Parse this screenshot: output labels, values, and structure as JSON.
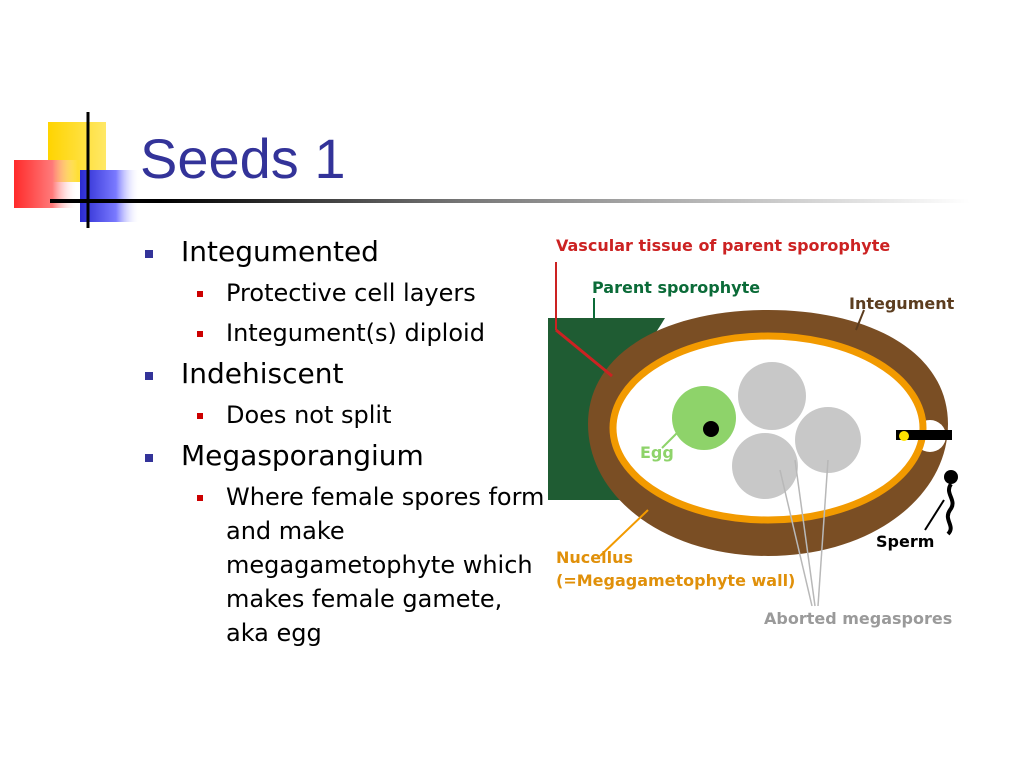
{
  "slide": {
    "title": "Seeds 1"
  },
  "bullets": [
    {
      "text": "Integumented",
      "subs": [
        "Protective cell layers",
        "Integument(s) diploid"
      ]
    },
    {
      "text": "Indehiscent",
      "subs": [
        "Does not split"
      ]
    },
    {
      "text": "Megasporangium",
      "subs": [
        "Where female spores form and make megagametophyte which makes female gamete, aka egg"
      ]
    }
  ],
  "diagram": {
    "labels": {
      "vascular": "Vascular tissue of parent sporophyte",
      "parent": "Parent sporophyte",
      "integument": "Integument",
      "egg": "Egg",
      "sperm": "Sperm",
      "nucellus_line1": "Nucellus",
      "nucellus_line2": "(=Megagametophyte wall)",
      "aborted": "Aborted megaspores"
    },
    "colors": {
      "red_label": "#cc2222",
      "green_label": "#0b6b38",
      "brown_label": "#5c3d1f",
      "orange_label": "#e0900a",
      "gray_label": "#9a9a9a",
      "integument_fill": "#7a4e24",
      "nucellus_stroke": "#f29a00",
      "sporophyte_fill": "#1f5c33",
      "egg_fill": "#8ed36a",
      "spore_fill": "#c8c8c8"
    }
  }
}
